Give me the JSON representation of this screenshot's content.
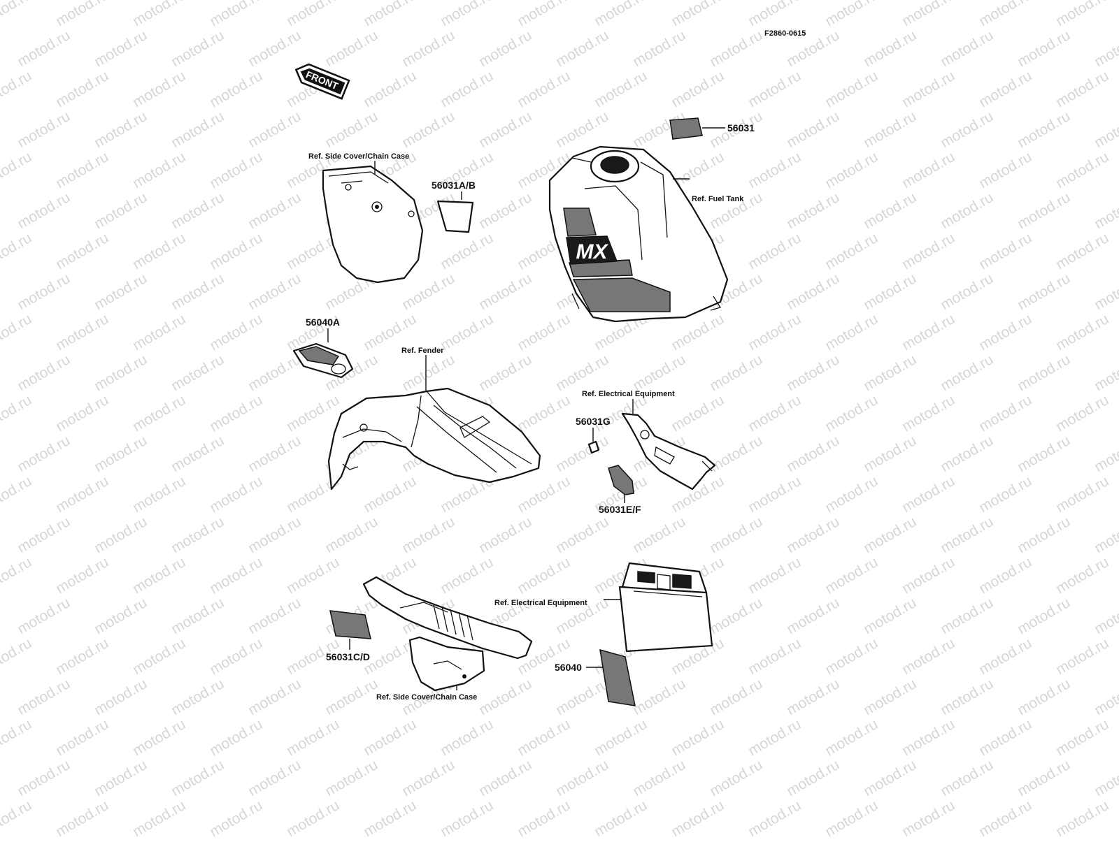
{
  "diagram_code": "F2860-0615",
  "watermark_text": "motod.ru",
  "front_badge": "FRONT",
  "tank_lettering": "MX",
  "labels": {
    "side_cover_top": "Ref. Side Cover/Chain Case",
    "part_56031AB": "56031A/B",
    "part_56031": "56031",
    "fuel_tank": "Ref. Fuel Tank",
    "part_56040A": "56040A",
    "fender": "Ref. Fender",
    "electrical_top": "Ref. Electrical Equipment",
    "part_56031G": "56031G",
    "part_56031EF": "56031E/F",
    "electrical_bottom": "Ref. Electrical Equipment",
    "part_56031CD": "56031C/D",
    "part_56040": "56040",
    "side_cover_bottom": "Ref. Side Cover/Chain Case"
  },
  "colors": {
    "ink": "#111111",
    "watermark": "#d6d6d6",
    "background": "#ffffff"
  }
}
